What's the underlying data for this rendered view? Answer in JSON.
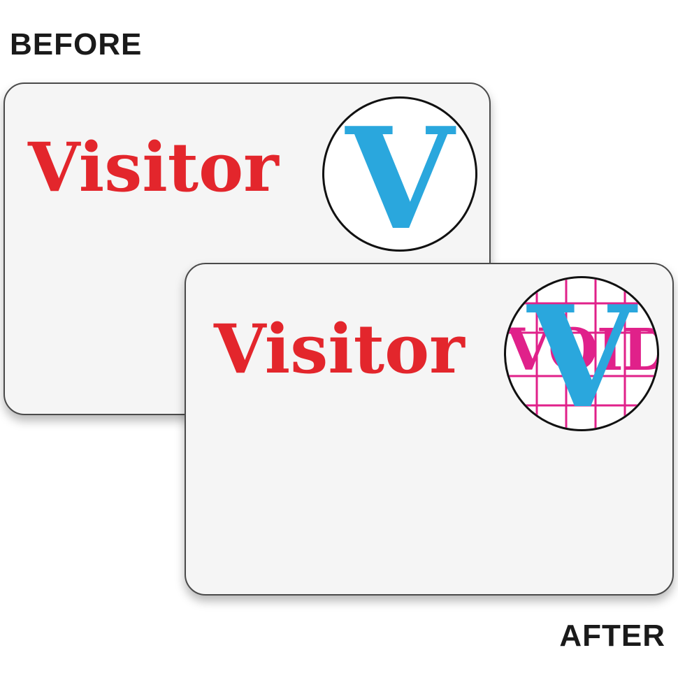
{
  "captions": {
    "before": "BEFORE",
    "after": "AFTER"
  },
  "badge_before": {
    "title": "Visitor",
    "seal_letter": "V"
  },
  "badge_after": {
    "title": "Visitor",
    "seal_letter": "V",
    "void_text": "VOID"
  },
  "colors": {
    "title_red": "#e3262c",
    "seal_blue": "#2aa7dd",
    "void_magenta": "#e0218a",
    "badge_face": "#f5f5f5"
  }
}
